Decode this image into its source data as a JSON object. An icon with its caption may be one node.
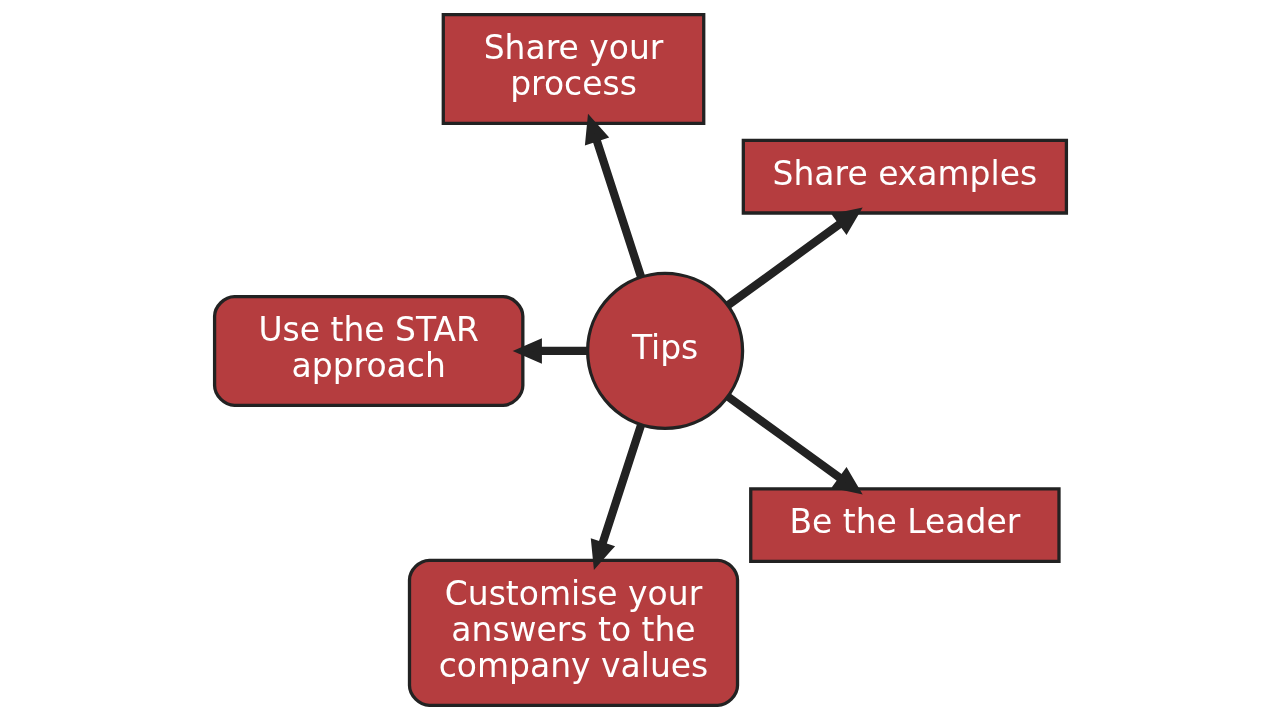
{
  "diagram": {
    "nodes": [
      {
        "text": [
          "Share examples"
        ]
      },
      {
        "text": [
          "Share your process"
        ]
      },
      {
        "text": [
          "Use the STAR approach"
        ]
      },
      {
        "text": [
          "Tips"
        ]
      },
      {
        "text": [
          "Customise your answers to the company values"
        ]
      },
      {
        "text": [
          "Be the Leader"
        ]
      }
    ],
    "edges": [
      {
        "from": 3,
        "to": 0,
        "arrow": "to"
      },
      {
        "from": 3,
        "to": 1,
        "arrow": "to"
      },
      {
        "from": 3,
        "to": 2,
        "arrow": "to"
      },
      {
        "from": 3,
        "to": 4,
        "arrow": "to"
      },
      {
        "from": 3,
        "to": 5,
        "arrow": "to"
      }
    ]
  }
}
